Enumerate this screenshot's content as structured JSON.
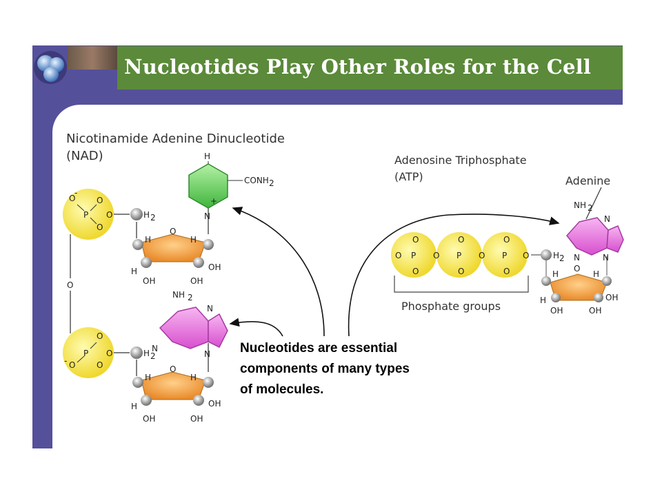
{
  "slide": {
    "title": "Nucleotides Play Other Roles for the Cell"
  },
  "nad": {
    "name_line1": "Nicotinamide Adenine Dinucleotide",
    "name_line2": "(NAD)",
    "h": "H",
    "conh2": "CONH",
    "conh2_sub": "2",
    "plus": "+",
    "n": "N",
    "o": "O",
    "p": "P",
    "ominus": "O",
    "h2": "H",
    "h2_sub": "2",
    "oh": "OH",
    "nh2": "NH",
    "nh2_sub": "2"
  },
  "atp": {
    "name_line1": "Adenosine Triphosphate",
    "name_line2": "(ATP)",
    "adenine_label": "Adenine",
    "phosphate_label": "Phosphate groups"
  },
  "caption": {
    "line1": "Nucleotides are essential",
    "line2": "components of many types",
    "line3": "of molecules."
  },
  "colors": {
    "slide_bg": "#55509a",
    "title_bar": "#5b8a3a",
    "phosphate": "#f2e64a",
    "sugar": "#f0a040",
    "base": "#e070d8",
    "nicotinamide": "#5ec85a"
  },
  "icons": {
    "logo": "molecule-spheres-icon"
  }
}
